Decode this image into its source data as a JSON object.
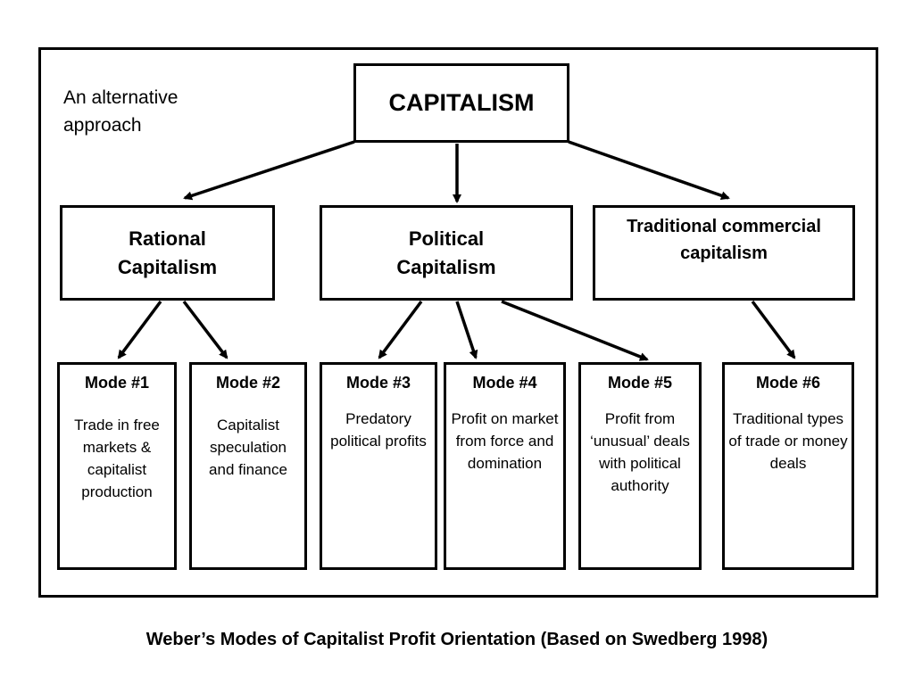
{
  "note": "An alternative approach",
  "root": {
    "label": "CAPITALISM"
  },
  "categories": [
    {
      "label": "Rational Capitalism"
    },
    {
      "label": "Political Capitalism"
    },
    {
      "label": "Traditional commercial capitalism"
    }
  ],
  "modes": [
    {
      "title": "Mode #1",
      "desc": "Trade in free markets & capitalist production"
    },
    {
      "title": "Mode #2",
      "desc": "Capitalist speculation and finance"
    },
    {
      "title": "Mode #3",
      "desc": "Predatory political profits"
    },
    {
      "title": "Mode #4",
      "desc": "Profit on market from force and domination"
    },
    {
      "title": "Mode #5",
      "desc": "Profit from ‘unusual’ deals with political authority"
    },
    {
      "title": "Mode #6",
      "desc": "Traditional types of trade or money deals"
    }
  ],
  "caption": "Weber’s Modes of Capitalist Profit Orientation (Based on Swedberg 1998)"
}
